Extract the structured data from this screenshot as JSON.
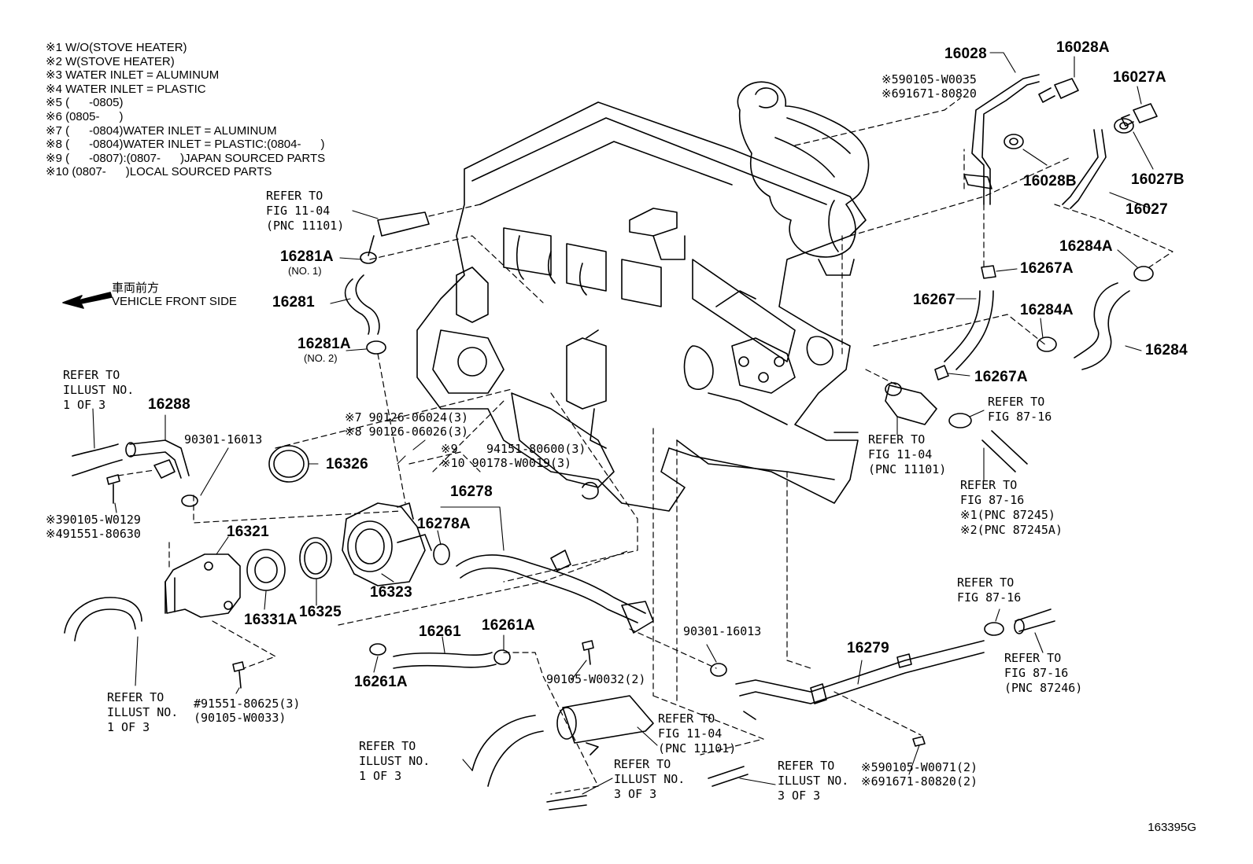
{
  "notes": [
    "※1 W/O(STOVE HEATER)",
    "※2 W(STOVE HEATER)",
    "※3 WATER INLET = ALUMINUM",
    "※4 WATER INLET = PLASTIC",
    "※5 (      -0805)",
    "※6 (0805-      )",
    "※7 (      -0804)WATER INLET = ALUMINUM",
    "※8 (      -0804)WATER INLET = PLASTIC:(0804-      )",
    "※9 (      -0807):(0807-      )JAPAN SOURCED PARTS",
    "※10 (0807-      )LOCAL SOURCED PARTS"
  ],
  "vehicle_front": {
    "jp": "車両前方",
    "en": "VEHICLE FRONT SIDE"
  },
  "part_numbers": {
    "p16028": "16028",
    "p16028A": "16028A",
    "p16027A": "16027A",
    "p16028B": "16028B",
    "p16027B": "16027B",
    "p16027": "16027",
    "p16284A_1": "16284A",
    "p16267A_1": "16267A",
    "p16267": "16267",
    "p16284A_2": "16284A",
    "p16284": "16284",
    "p16267A_2": "16267A",
    "p16281A_1": "16281A",
    "p16281": "16281",
    "p16281A_2": "16281A",
    "p16288": "16288",
    "p16326": "16326",
    "p16321": "16321",
    "p16278": "16278",
    "p16278A": "16278A",
    "p16323": "16323",
    "p16331A": "16331A",
    "p16325": "16325",
    "p16261": "16261",
    "p16261A_1": "16261A",
    "p16261A_2": "16261A",
    "p16279": "16279"
  },
  "small_labels": {
    "no1": "(NO. 1)",
    "no2": "(NO. 2)"
  },
  "refs": {
    "r_fig1104_top": "REFER TO\nFIG 11-04\n(PNC 11101)",
    "r_illust_left": "REFER TO\nILLUST NO.\n1 OF 3",
    "r_fig1104_right": "REFER TO\nFIG 11-04\n(PNC 11101)",
    "r_fig8716_a": "REFER TO\nFIG 87-16",
    "r_fig8716_b": "REFER TO\nFIG 87-16\n※1(PNC 87245)\n※2(PNC 87245A)",
    "r_fig8716_c": "REFER TO\nFIG 87-16",
    "r_fig8716_d": "REFER TO\nFIG 87-16\n(PNC 87246)",
    "r_illust_bl": "REFER TO\nILLUST NO.\n1 OF 3",
    "r_illust_bc": "REFER TO\nILLUST NO.\n1 OF 3",
    "r_fig1104_bot": "REFER TO\nFIG 11-04\n(PNC 11101)",
    "r_illust_3a": "REFER TO\nILLUST NO.\n3 OF 3",
    "r_illust_3b": "REFER TO\nILLUST NO.\n3 OF 3"
  },
  "codes": {
    "c_590105_w0035": "※590105-W0035\n※691671-80820",
    "c_90301_a": "90301-16013",
    "c_90105_w0129": "※390105-W0129\n※491551-80630",
    "c_90126": "※7 90126-06024(3)\n※8 90126-06026(3)",
    "c_94151": "94151-80600(3)",
    "c_9": "※9",
    "c_90178": "※10 90178-W0019(3)",
    "c_91551": "#91551-80625(3)\n(90105-W0033)",
    "c_90301_b": "90301-16013",
    "c_90105_w0032": "90105-W0032(2)",
    "c_590105_w0071": "※590105-W0071(2)\n※691671-80820(2)"
  },
  "diagram_code": "163395G"
}
